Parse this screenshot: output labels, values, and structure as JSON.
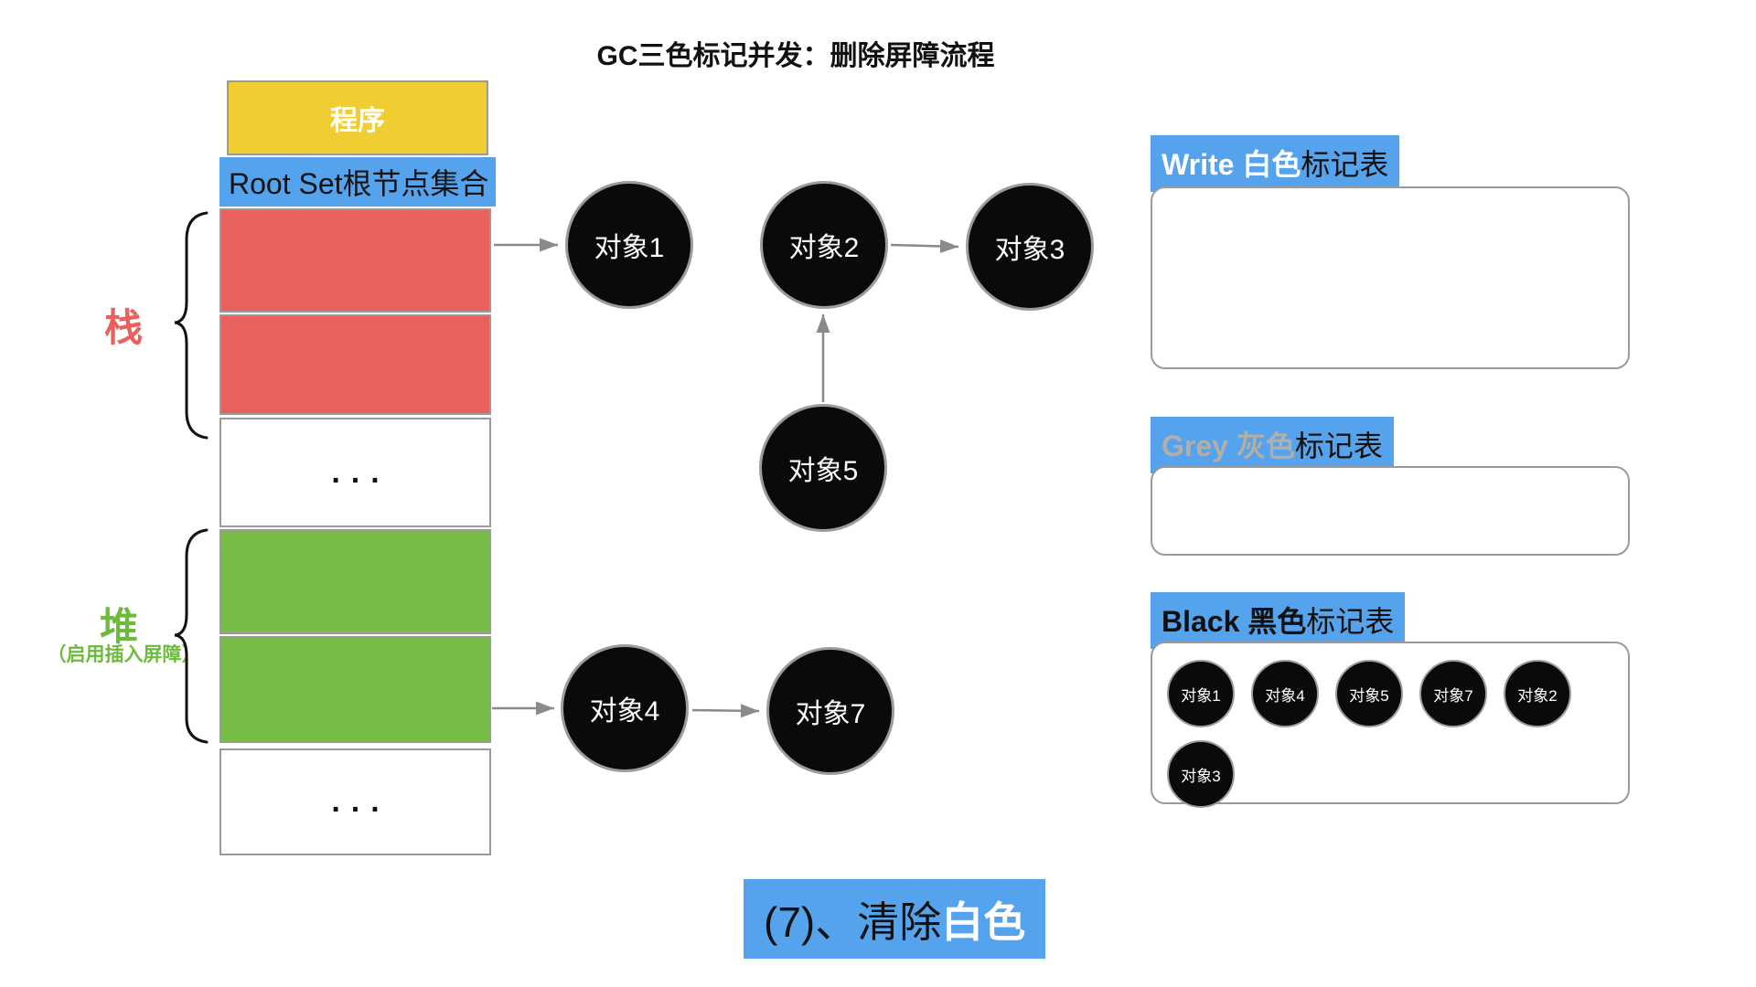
{
  "title": "GC三色标记并发：删除屏障流程",
  "memory_column": {
    "program": "程序",
    "root_set": "Root Set根节点集合",
    "ellipsis1": "...",
    "ellipsis2": "...",
    "stack": {
      "label": "栈"
    },
    "heap": {
      "label": "堆",
      "note": "（启用插入屏障）"
    }
  },
  "graph": {
    "node1": "对象1",
    "node2": "对象2",
    "node3": "对象3",
    "node5": "对象5",
    "node4": "对象4",
    "node7": "对象7"
  },
  "tables": {
    "white": {
      "title_en": "Write 白色",
      "title_suffix": "标记表"
    },
    "grey": {
      "title_en": "Grey 灰色",
      "title_suffix": "标记表"
    },
    "black": {
      "title_en": "Black 黑色",
      "title_suffix": "标记表",
      "items": [
        "对象1",
        "对象4",
        "对象5",
        "对象7",
        "对象2",
        "对象3"
      ]
    }
  },
  "footer": {
    "step": "(7)、清除",
    "highlight": "白色"
  },
  "colors": {
    "accent_blue": "#54a3ec",
    "stack_red": "#e8615c",
    "heap_green": "#77bc47",
    "program_yellow": "#f0ce33",
    "grey_label_text": "#b3afa8",
    "node_black": "#0a0a0a",
    "arrow_grey": "#8a8a8a"
  }
}
